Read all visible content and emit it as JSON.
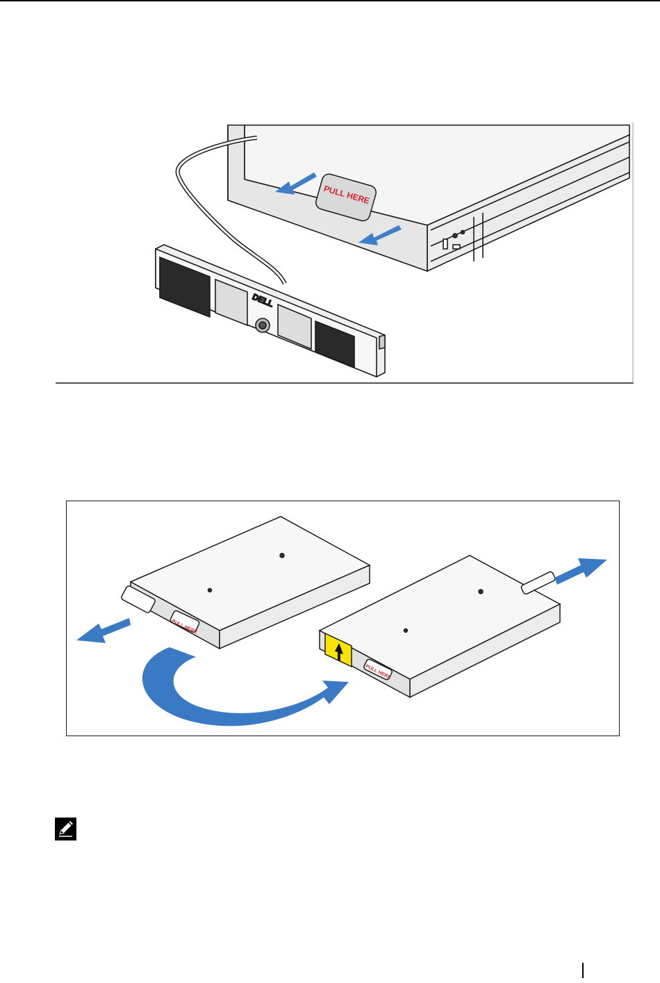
{
  "figure_top": {
    "labels": {
      "pull_here": "PULL HERE",
      "logo": "DELL"
    },
    "colors": {
      "arrow": "#3f7fc9",
      "label_red": "#d2232a",
      "outline": "#1a1a1a"
    }
  },
  "figure_bottom": {
    "labels": {
      "pull_here_left": "PULL HERE",
      "pull_here_right": "PULL HERE"
    },
    "colors": {
      "arrow": "#3a79c4",
      "warning_yellow": "#f8e400",
      "label_red": "#d2232a"
    }
  },
  "note_icon": "pencil-note-icon"
}
